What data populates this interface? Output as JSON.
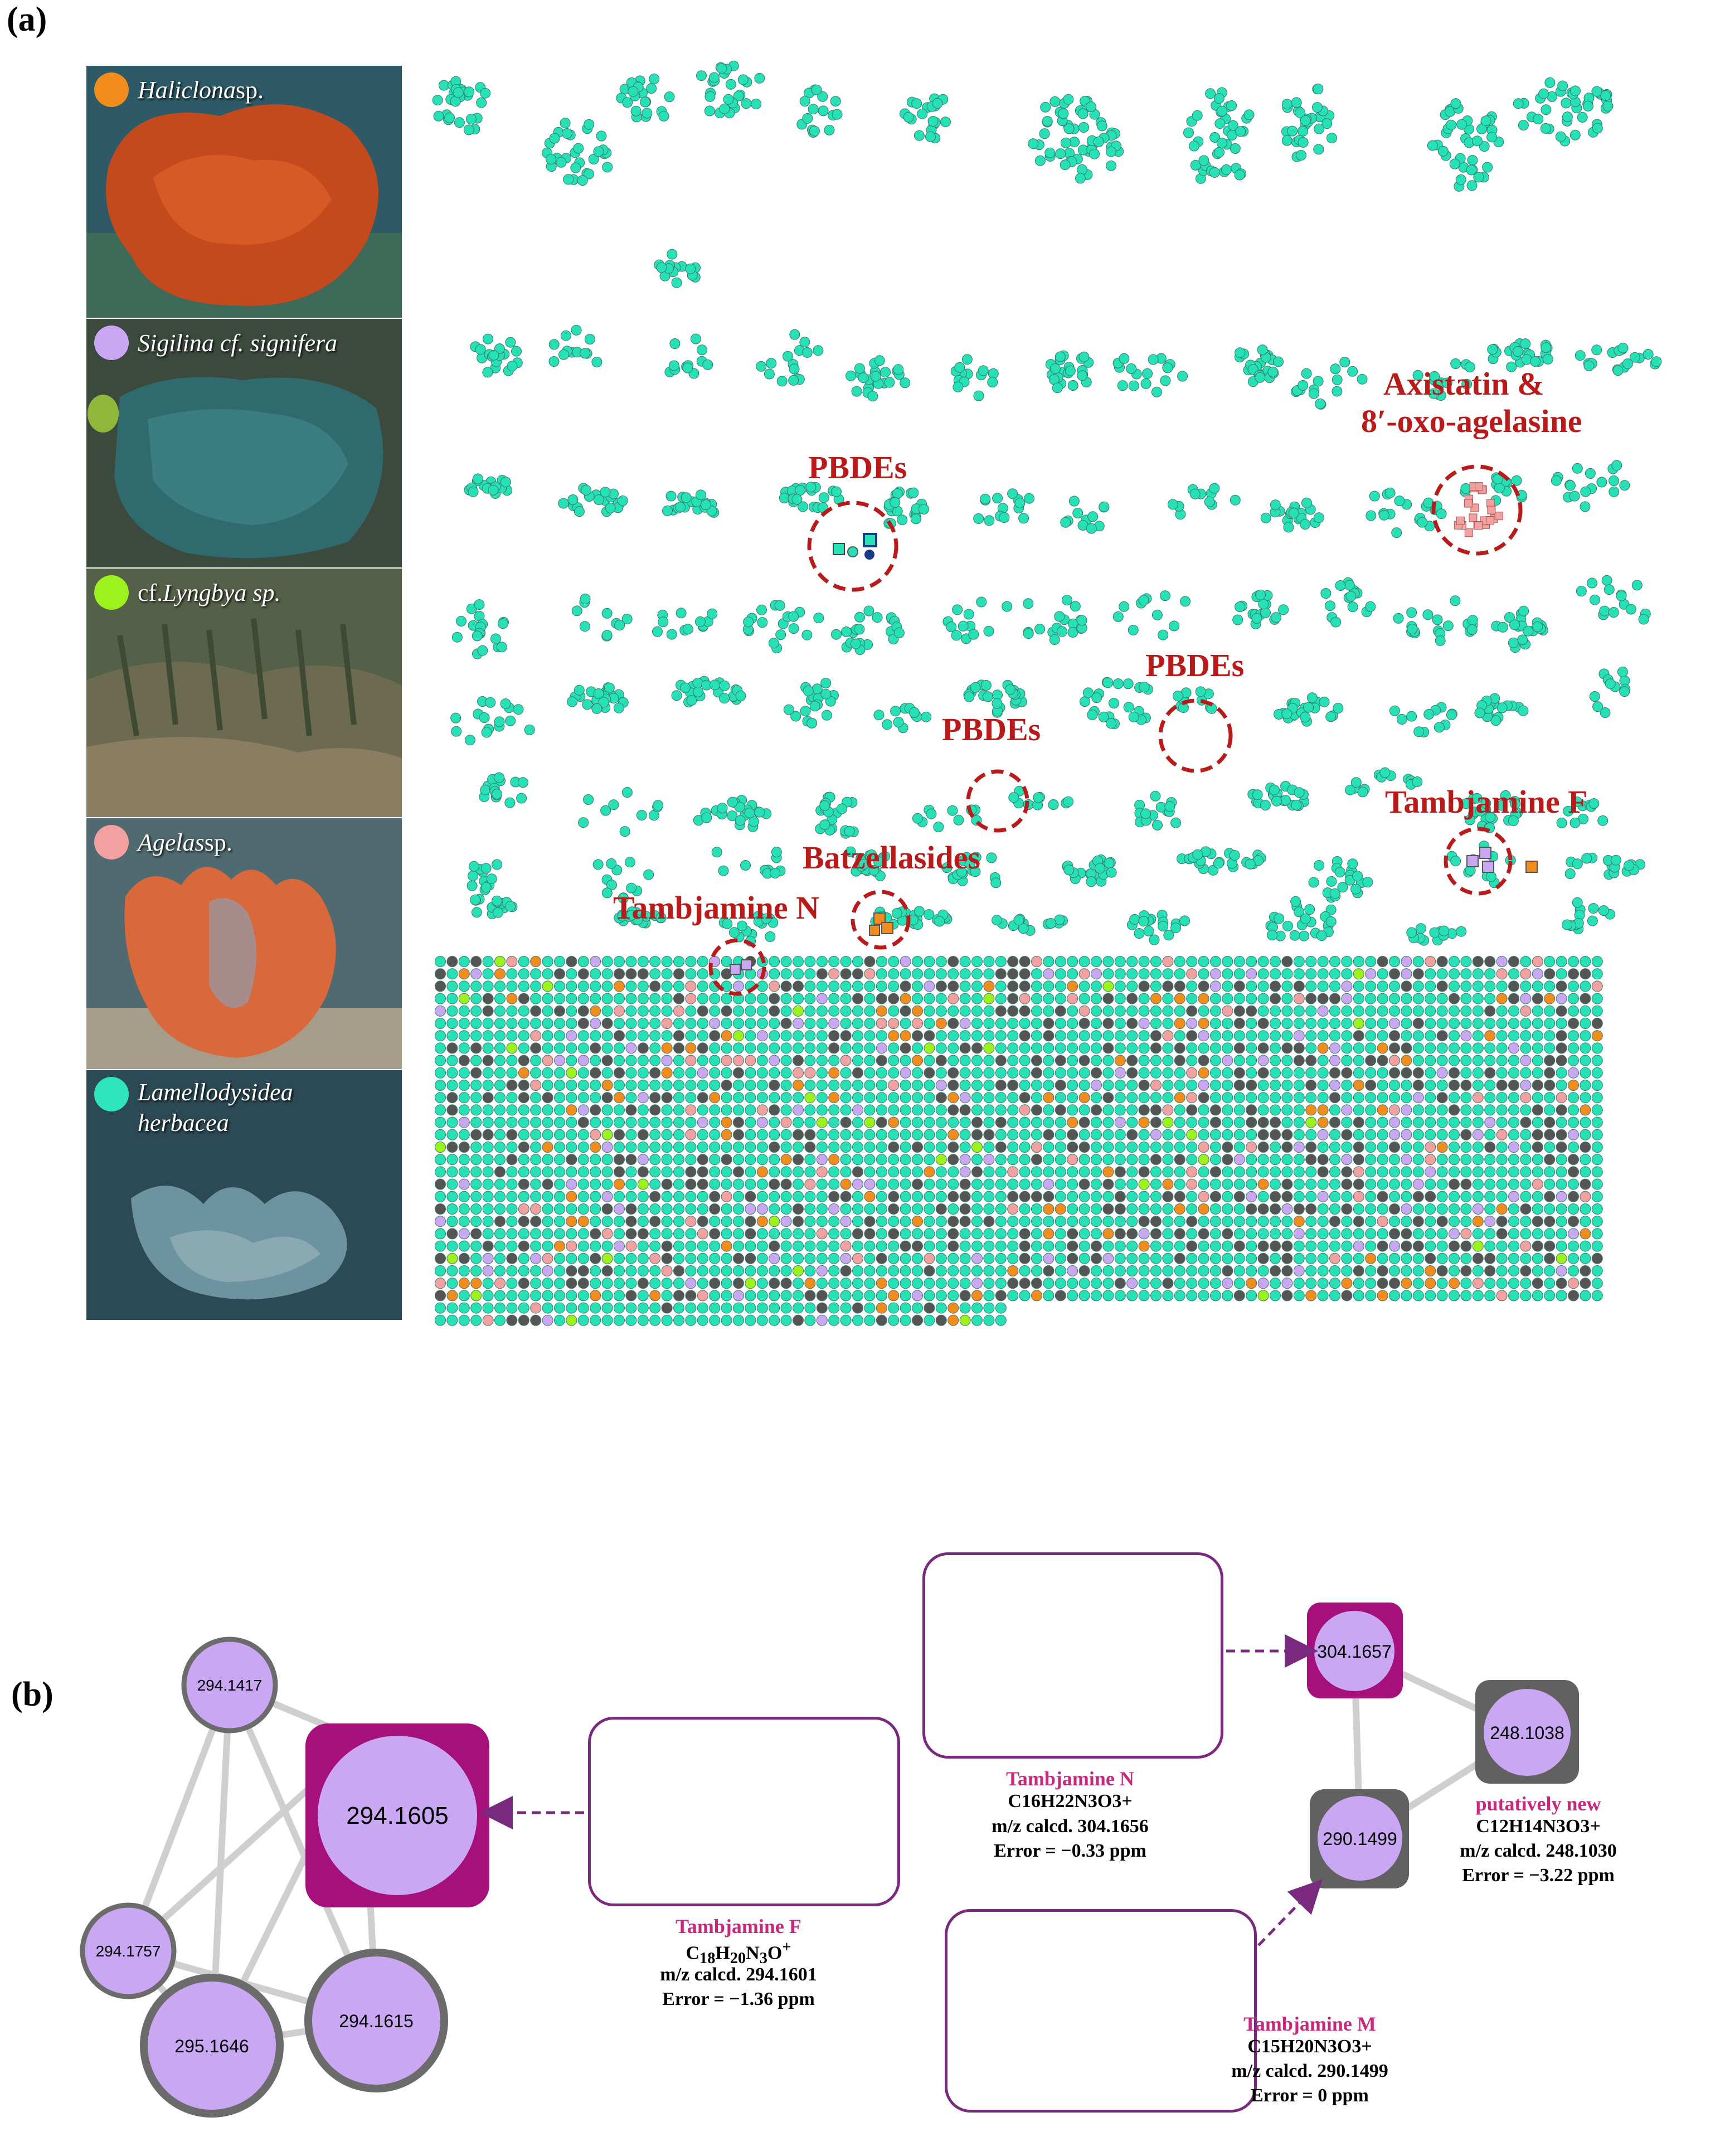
{
  "figure": {
    "panel_a_label": "(a)",
    "panel_b_label": "(b)"
  },
  "species": [
    {
      "name": "Haliclona",
      "suffix": " sp.",
      "dot_color": "#f28c1c",
      "photo_color": "#c24a1c"
    },
    {
      "name": "Sigilina cf. signifera",
      "suffix": "",
      "dot_color": "#c9a7f2",
      "photo_color": "#2f6a6e"
    },
    {
      "name": "cf. ",
      "suffix": "Lyngbya sp.",
      "dot_color": "#9bf21c",
      "photo_color": "#556048"
    },
    {
      "name": "Agelas",
      "suffix": " sp.",
      "dot_color": "#f2a0a0",
      "photo_color": "#d9683a"
    },
    {
      "name": "Lamellodysidea",
      "suffix": "herbacea",
      "dot_color": "#2ee6bd",
      "photo_color": "#2c4a55"
    }
  ],
  "network": {
    "node_color": "#26e0b6",
    "singleton_colors": [
      "#26e0b6",
      "#555555",
      "#c9a7f2",
      "#f28c1c",
      "#f2a0a0",
      "#9bf21c"
    ],
    "callouts": {
      "axistatin_line1": "Axistatin &",
      "axistatin_line2": "8′-oxo-agelasine",
      "pbdes_1": "PBDEs",
      "pbdes_2": "PBDEs",
      "pbdes_3": "PBDEs",
      "tambjamine_f": "Tambjamine F",
      "batzellasides": "Batzellasides",
      "tambjamine_n": "Tambjamine N"
    },
    "callout_color": "#b91a1a"
  },
  "panel_b": {
    "cluster_nodes": [
      "294.1605",
      "294.1417",
      "294.1757",
      "295.1646",
      "294.1615"
    ],
    "cluster2_nodes": [
      "304.1657",
      "248.1038",
      "290.1499"
    ],
    "compounds": {
      "f": {
        "name": "Tambjamine F",
        "formula_prefix": "C",
        "formula_18": "18",
        "formula_h": "H",
        "formula_20": "20",
        "formula_n": "N",
        "formula_3": "3",
        "formula_o": "O",
        "formula_plus": "+",
        "mz": "m/z calcd. 294.1601",
        "error": "Error = −1.36 ppm"
      },
      "n": {
        "name": "Tambjamine N",
        "formula": "C16H22N3O3+",
        "mz": "m/z calcd. 304.1656",
        "error": "Error = −0.33 ppm"
      },
      "new": {
        "name": "putatively new",
        "formula": "C12H14N3O3+",
        "mz": "m/z calcd. 248.1030",
        "error": "Error = −3.22 ppm"
      },
      "m": {
        "name": "Tambjamine M",
        "formula": "C15H20N3O3+",
        "mz": "m/z calcd. 290.1499",
        "error": "Error = 0 ppm"
      }
    },
    "colors": {
      "node_fill": "#c9a7f2",
      "square_main": "#a5107a",
      "square_grey": "#616161",
      "ring_grey": "#6b6b6b",
      "edge": "#cfcfcf",
      "arrow": "#7a2a7e",
      "name_color": "#c7287c"
    }
  }
}
